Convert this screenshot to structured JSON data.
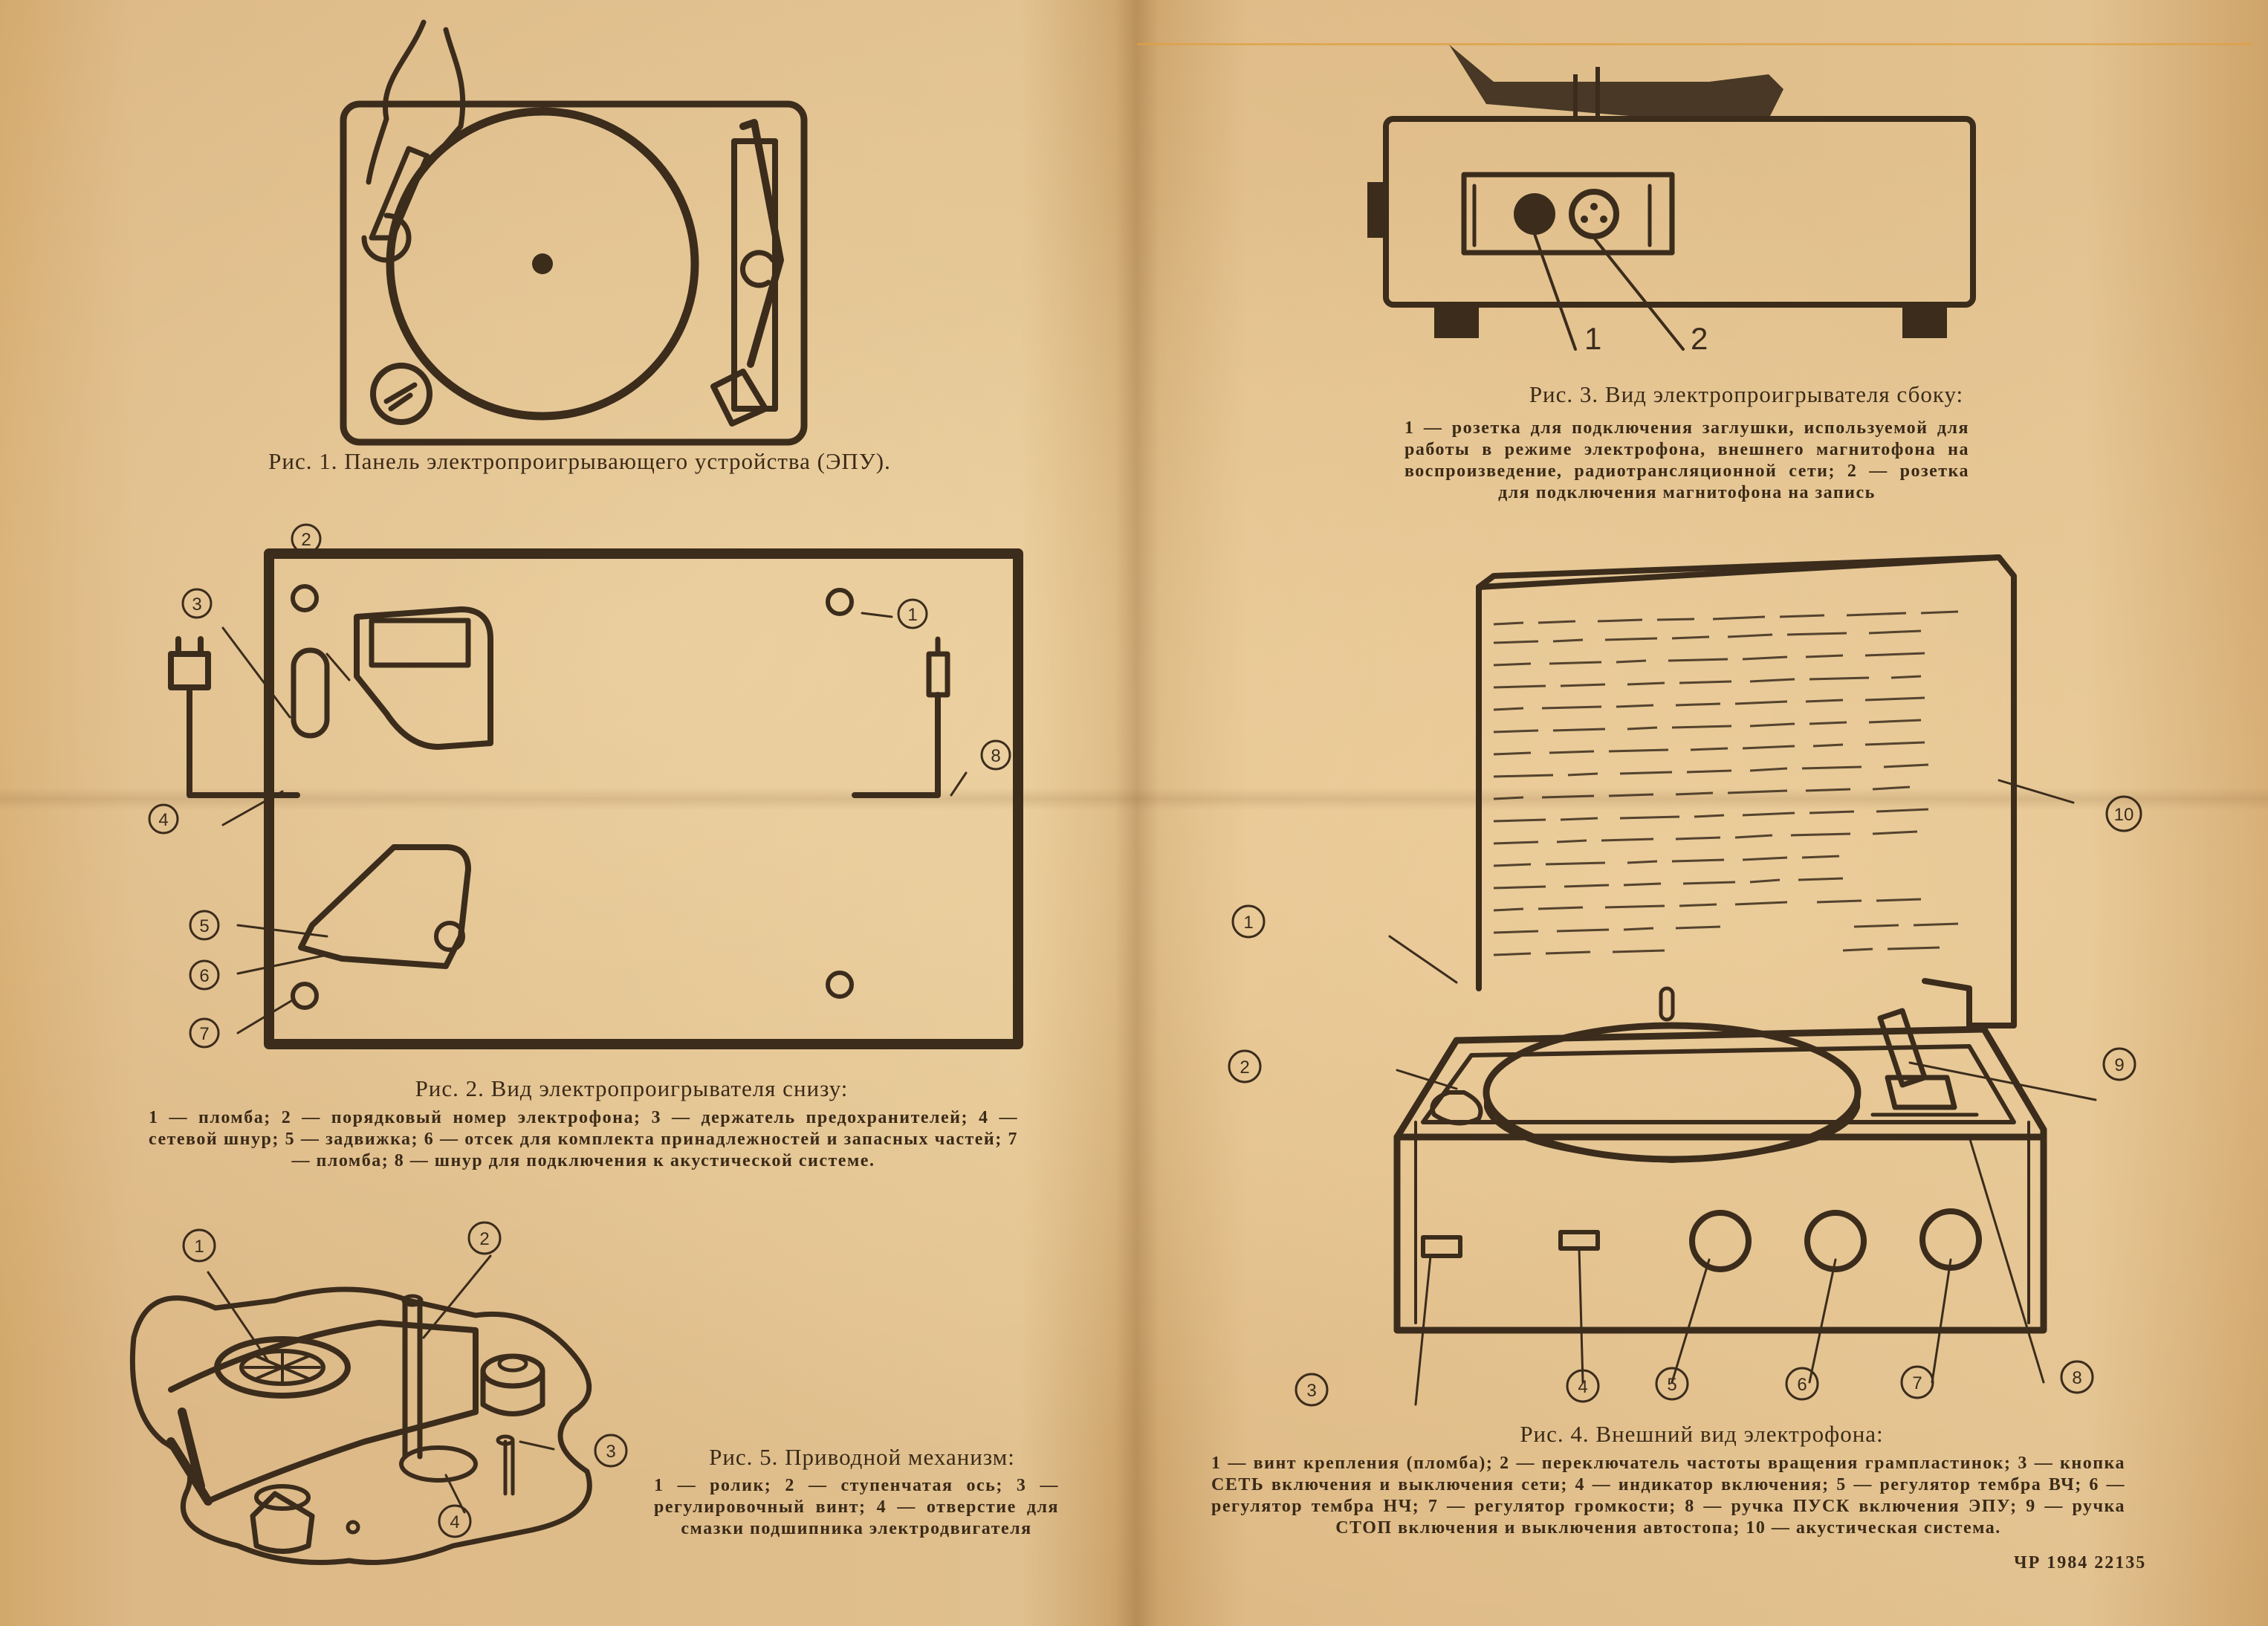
{
  "fig1": {
    "caption": "Рис. 1. Панель электропроигрывающего устройства (ЭПУ)."
  },
  "fig2": {
    "caption": "Рис. 2. Вид электропроигрывателя снизу:",
    "legend": "1 — пломба; 2 — порядковый номер электрофона; 3 — держатель предохранителей; 4 — сетевой шнур; 5 — задвижка; 6 — отсек для комплекта принадлежностей и запасных частей; 7 — пломба; 8 — шнур для подключения к акустической системе.",
    "callouts": [
      "1",
      "2",
      "3",
      "4",
      "5",
      "6",
      "7",
      "8"
    ]
  },
  "fig3": {
    "caption": "Рис. 3. Вид электропроигрывателя сбоку:",
    "legend": "1 — розетка для подключения заглушки, используемой для работы в режиме электрофона, внешнего магнитофона на воспроизведение, радиотрансляционной сети; 2 — розетка для подключения магнитофона на запись",
    "callouts": [
      "1",
      "2"
    ]
  },
  "fig4": {
    "caption": "Рис. 4. Внешний вид электрофона:",
    "legend": "1 — винт крепления (пломба); 2 — переключатель частоты вращения грампластинок; 3 — кнопка СЕТЬ включения и выключения сети; 4 — индикатор включения; 5 — регулятор тембра ВЧ; 6 — регулятор тембра НЧ; 7 — регулятор громкости; 8 — ручка ПУСК включения ЭПУ; 9 — ручка СТОП включения и выключения автостопа; 10 — акустическая система.",
    "callouts": [
      "1",
      "2",
      "3",
      "4",
      "5",
      "6",
      "7",
      "8",
      "9",
      "10"
    ]
  },
  "fig5": {
    "caption": "Рис. 5. Приводной механизм:",
    "legend": "1 — ролик; 2 — ступенчатая ось; 3 — регулировочный винт; 4 — отверстие для смазки подшипника электродвигателя",
    "callouts": [
      "1",
      "2",
      "3",
      "4"
    ]
  },
  "imprint": "ЧР 1984 22135"
}
